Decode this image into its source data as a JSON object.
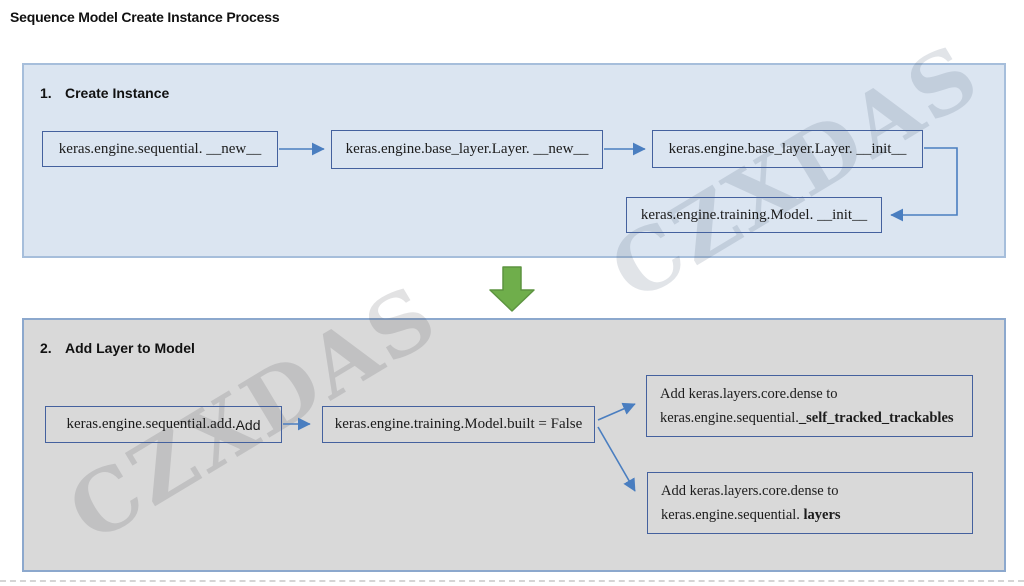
{
  "page": {
    "title": "Sequence Model Create Instance Process",
    "watermark_text": "CZXDAS"
  },
  "colors": {
    "section1_bg": "#dbe5f1",
    "section1_border": "#a6bedb",
    "section2_bg": "#d9d9d9",
    "section2_border": "#8ca8cd",
    "box_border": "#44619e",
    "arrow_blue": "#4a7ec0",
    "green_arrow_fill": "#6fae4b",
    "green_arrow_border": "#5d9440",
    "text": "#1f1f1f"
  },
  "section1": {
    "number": "1.",
    "label": "Create Instance",
    "box1": "keras.engine.sequential. __new__",
    "box2": "keras.engine.base_layer.Layer. __new__",
    "box3": "keras.engine.base_layer.Layer. __init__",
    "box4": "keras.engine.training.Model. __init__"
  },
  "section2": {
    "number": "2.",
    "label": "Add Layer to Model",
    "box1_prefix": "keras.engine.sequential.add.",
    "box1_suffix": "Add",
    "box2": "keras.engine.training.Model.built = False",
    "box3_line1": "Add keras.layers.core.dense to",
    "box3_line2_prefix": "keras.engine.sequential.",
    "box3_line2_bold": "_self_tracked_trackables",
    "box4_line1": "Add keras.layers.core.dense to",
    "box4_line2_prefix": "keras.engine.sequential. ",
    "box4_line2_bold": "layers"
  }
}
